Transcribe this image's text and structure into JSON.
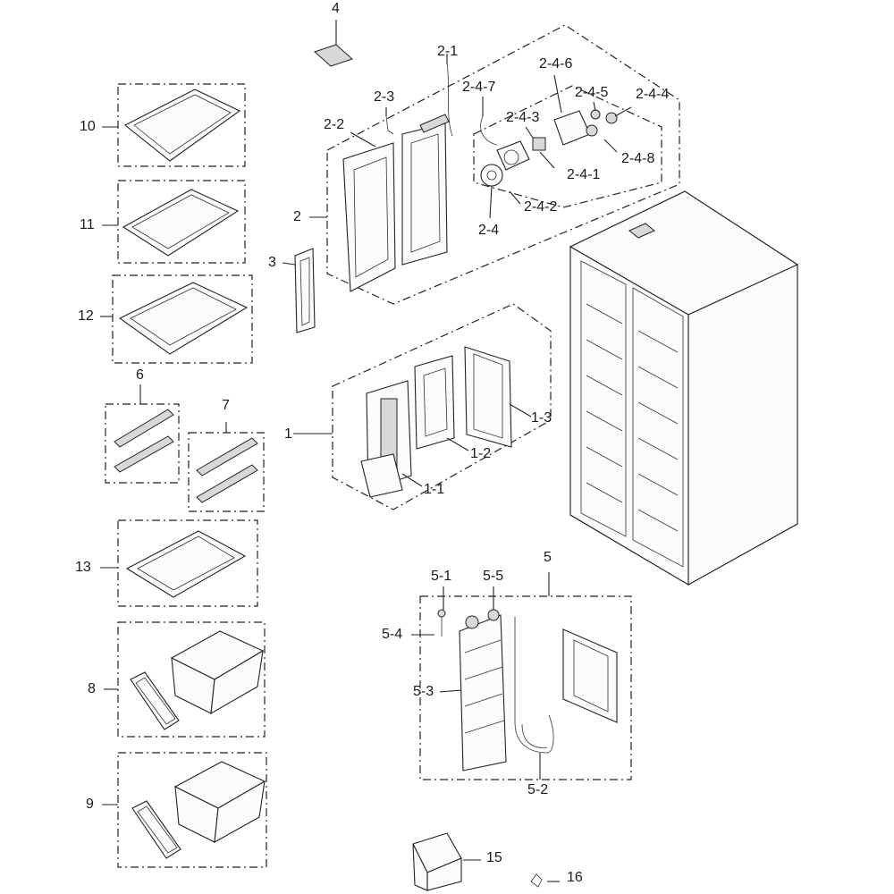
{
  "diagram": {
    "labels": {
      "p1": "1",
      "p1_1": "1-1",
      "p1_2": "1-2",
      "p1_3": "1-3",
      "p2": "2",
      "p2_1": "2-1",
      "p2_2": "2-2",
      "p2_3": "2-3",
      "p2_4": "2-4",
      "p2_4_1": "2-4-1",
      "p2_4_2": "2-4-2",
      "p2_4_3": "2-4-3",
      "p2_4_4": "2-4-4",
      "p2_4_5": "2-4-5",
      "p2_4_6": "2-4-6",
      "p2_4_7": "2-4-7",
      "p2_4_8": "2-4-8",
      "p3": "3",
      "p4": "4",
      "p5": "5",
      "p5_1": "5-1",
      "p5_2": "5-2",
      "p5_3": "5-3",
      "p5_4": "5-4",
      "p5_5": "5-5",
      "p6": "6",
      "p7": "7",
      "p8": "8",
      "p9": "9",
      "p10": "10",
      "p11": "11",
      "p12": "12",
      "p13": "13",
      "p15": "15",
      "p16": "16"
    }
  }
}
